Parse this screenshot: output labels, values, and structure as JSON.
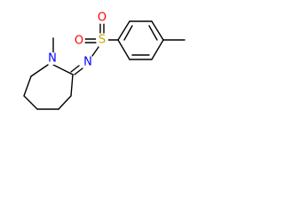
{
  "structure": {
    "atoms": {
      "sulfur": {
        "label": "S",
        "color": "#c8a800"
      },
      "oxygen_top": {
        "label": "O",
        "color": "#ff0000"
      },
      "oxygen_bottom": {
        "label": "O",
        "color": "#ff0000"
      },
      "nitrogen_imine": {
        "label": "N",
        "color": "#0000ff"
      },
      "nitrogen_ring": {
        "label": "N",
        "color": "#0000ff"
      }
    },
    "bond_color": "#000000",
    "background": "#ffffff"
  }
}
